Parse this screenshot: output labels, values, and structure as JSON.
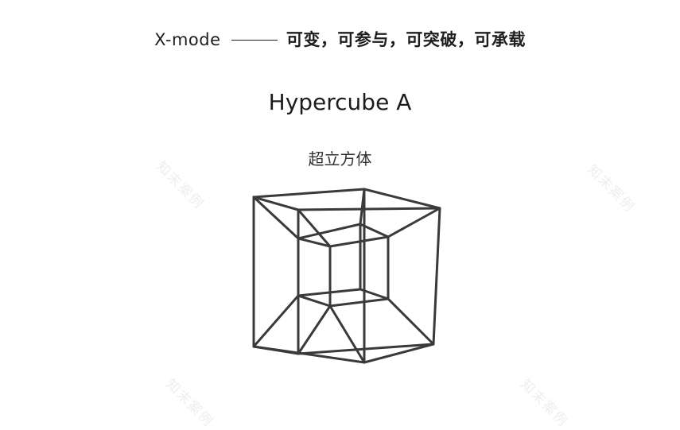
{
  "header": {
    "brand": "X-mode",
    "tagline": "可变，可参与，可突破，可承载"
  },
  "title": "Hypercube A",
  "subtitle": "超立方体",
  "watermark": "知末案例",
  "colors": {
    "background": "#ffffff",
    "text": "#222222",
    "figure_stroke": "#3a3a3a",
    "watermark": "#eeeeee"
  }
}
